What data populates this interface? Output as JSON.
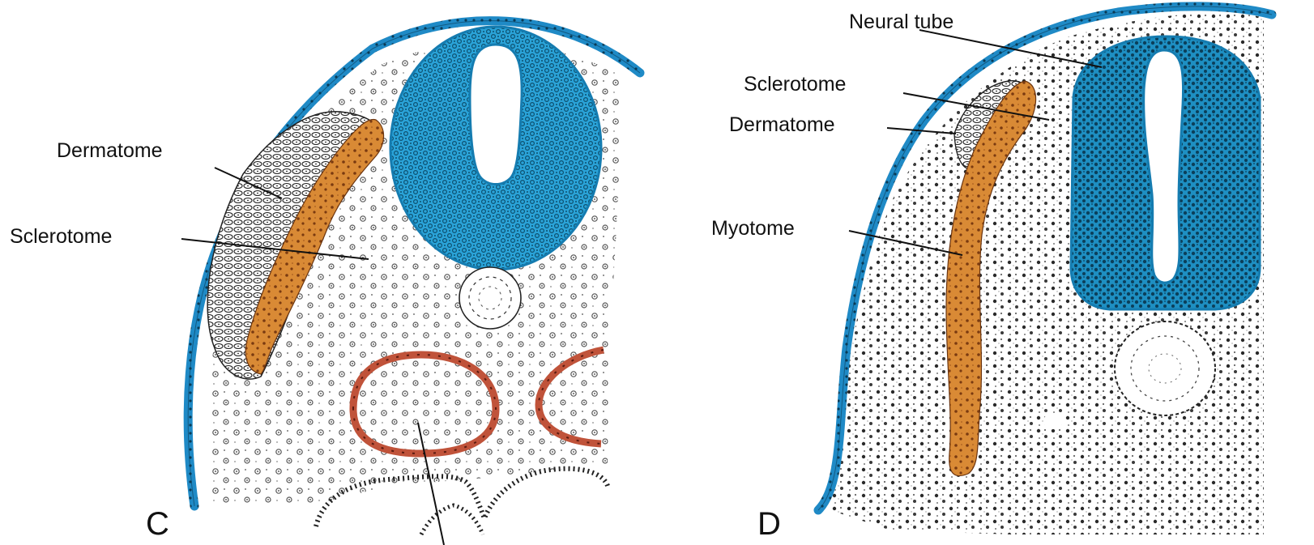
{
  "panels": {
    "left": {
      "letter": "C",
      "labels": {
        "dermatome": "Dermatome",
        "sclerotome": "Sclerotome"
      }
    },
    "right": {
      "letter": "D",
      "labels": {
        "neural_tube": "Neural tube",
        "sclerotome": "Sclerotome",
        "dermatome": "Dermatome",
        "myotome": "Myotome"
      }
    }
  },
  "colors": {
    "ectoderm_blue": "#1f8ac6",
    "neural_tube_blue": "#2aa3d8",
    "neural_tube_dark": "#0d4f6e",
    "myotome_orange": "#d98a35",
    "myotome_dark": "#7a3a10",
    "vessel_red": "#c0533a",
    "ink": "#111111",
    "cell_grey": "#6b6b6b"
  },
  "icons": [
    "cell-stipple",
    "blood-vessel-ring",
    "notochord-ring"
  ]
}
